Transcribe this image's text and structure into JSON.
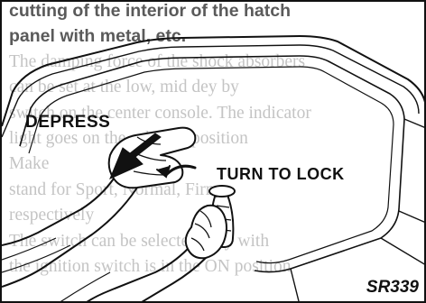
{
  "reverse_page_text": {
    "lines": [
      "cutting of the interior of the hatch",
      "panel with metal, etc.",
      "The damping force of the shock absorbers",
      "can be set at the low, mid dey by",
      "switch on the center console. The indicator",
      "light goes on the selected position",
      "Make",
      "stand for Sport, Normal, Firm",
      "respectively",
      "The switch can be selected only with",
      "the ignition switch is in the ON position"
    ]
  },
  "illustration": {
    "callouts": {
      "depress": "DEPRESS",
      "turn_to_lock": "TURN TO LOCK"
    },
    "figure_code": "SR339"
  }
}
